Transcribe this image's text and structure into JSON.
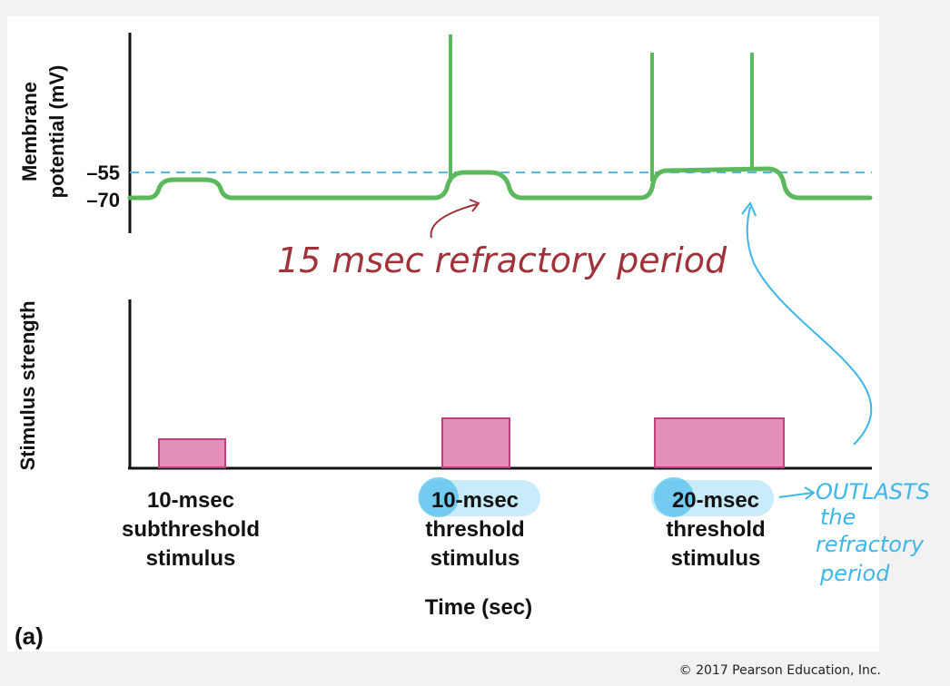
{
  "figure": {
    "panel_label": "(a)",
    "copyright": "© 2017 Pearson Education, Inc."
  },
  "top_plot": {
    "ylabel_line1": "Membrane",
    "ylabel_line2": "potential (mV)",
    "tick_minus55": "–55",
    "tick_minus70": "–70",
    "annotation": "15 msec refractory period",
    "trace_color": "#5cb85c",
    "threshold_color": "#5ab4e0"
  },
  "bottom_plot": {
    "ylabel": "Stimulus strength",
    "xlabel": "Time (sec)",
    "bar_color": "#e48fb8",
    "bar_border": "#c2407e"
  },
  "stimuli": [
    {
      "line1": "10-msec",
      "line2": "subthreshold",
      "line3": "stimulus"
    },
    {
      "line1": "10-msec",
      "line2": "threshold",
      "line3": "stimulus"
    },
    {
      "line1": "20-msec",
      "line2": "threshold",
      "line3": "stimulus"
    }
  ],
  "handwritten": {
    "line1": "OUTLASTS",
    "line2": "the",
    "line3": "refractory",
    "line4": "period",
    "color": "#3db6ea"
  }
}
